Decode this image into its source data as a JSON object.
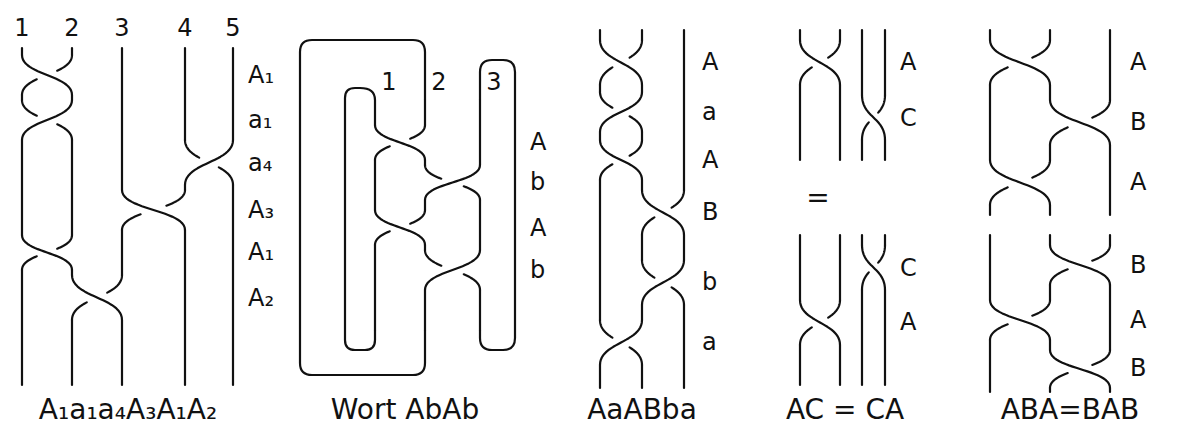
{
  "diagram": {
    "labels": [
      "1",
      "2",
      "3",
      "4",
      "5",
      "A₁",
      "a₁",
      "a₄",
      "A₃",
      "A₁",
      "A₂",
      "A₁a₁a₄A₃A₁A₂",
      "1",
      "2",
      "3",
      "A",
      "b",
      "A",
      "b",
      "Wort AbAb",
      "A",
      "a",
      "A",
      "B",
      "b",
      "a",
      "AaABba",
      "A",
      "C",
      "=",
      "A",
      "B",
      "A",
      "C",
      "A",
      "B",
      "A",
      "B",
      "AC = CA",
      "ABA=BAB"
    ]
  }
}
